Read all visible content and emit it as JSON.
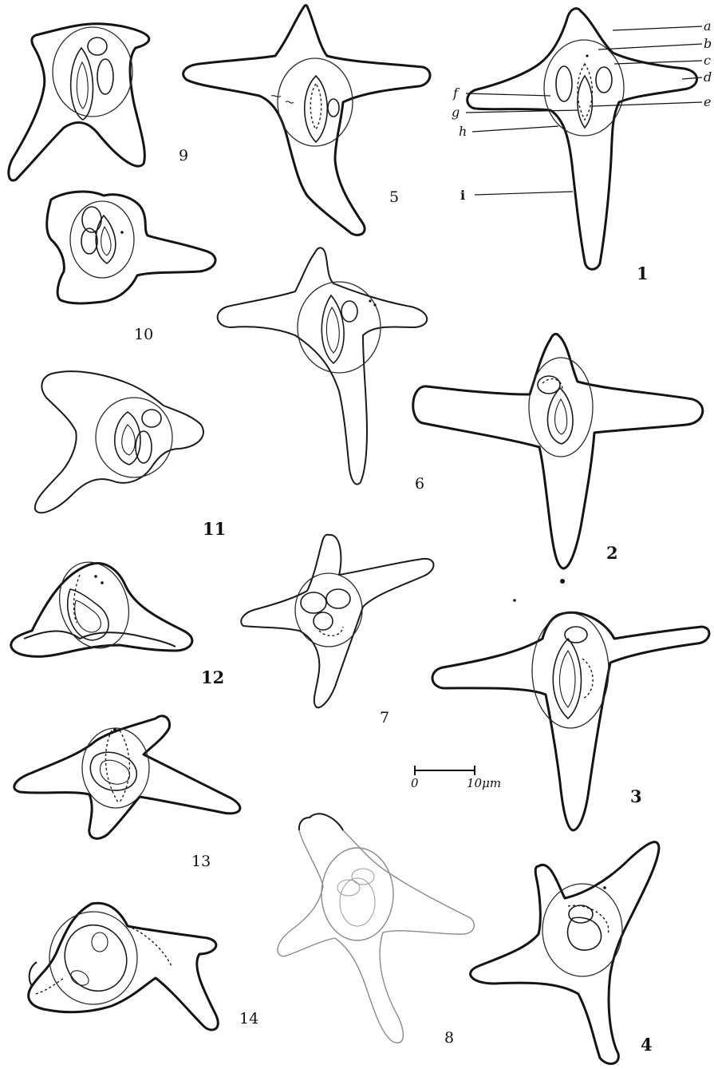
{
  "figures": [
    {
      "id": "fig-1",
      "number": "1"
    },
    {
      "id": "fig-2",
      "number": "2"
    },
    {
      "id": "fig-3",
      "number": "3"
    },
    {
      "id": "fig-4",
      "number": "4"
    },
    {
      "id": "fig-5",
      "number": "5"
    },
    {
      "id": "fig-6",
      "number": "6"
    },
    {
      "id": "fig-7",
      "number": "7"
    },
    {
      "id": "fig-8",
      "number": "8"
    },
    {
      "id": "fig-9",
      "number": "9"
    },
    {
      "id": "fig-10",
      "number": "10"
    },
    {
      "id": "fig-11",
      "number": "11"
    },
    {
      "id": "fig-12",
      "number": "12"
    },
    {
      "id": "fig-13",
      "number": "13"
    },
    {
      "id": "fig-14",
      "number": "14"
    }
  ],
  "structure_labels": [
    "a",
    "b",
    "c",
    "d",
    "e",
    "f",
    "g",
    "h",
    "i"
  ],
  "scale_bar": {
    "start_label": "0",
    "end_label": "10μm"
  }
}
